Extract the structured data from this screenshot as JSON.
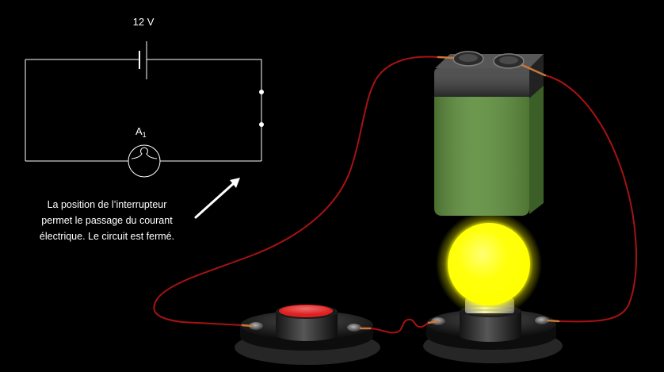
{
  "schematic": {
    "voltage_label": "12 V",
    "lamp_label": "A",
    "lamp_label_subscript": "1"
  },
  "caption": {
    "lines": [
      "La position de l’interrupteur",
      "permet le passage du courant",
      "électrique. Le circuit est fermé."
    ]
  },
  "colors": {
    "background": "#000000",
    "schematic_line": "#ffffff",
    "arrow": "#ffffff",
    "wire": "#a81212",
    "wire_tip": "#c8783a",
    "battery_body": "#5f8f3e",
    "battery_cap": "#3a3a3a",
    "bulb": "#ffff00",
    "switch_button": "#e02020"
  }
}
